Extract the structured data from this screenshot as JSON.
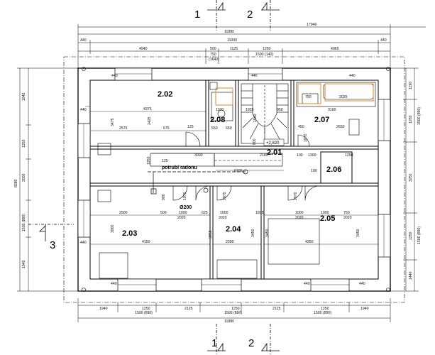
{
  "rooms": {
    "r202": "2.02",
    "r208": "2.08",
    "r207": "2.07",
    "r201": "2.01",
    "r206": "2.06",
    "r203": "2.03",
    "r204": "2.04",
    "r205": "2.05"
  },
  "notes": {
    "radon": "potrubí radonu",
    "diameter": "Ø200",
    "level": "+2,820"
  },
  "sections": {
    "s1": "1",
    "s2": "2",
    "s3": "3"
  },
  "top_dims": {
    "overall": "17940",
    "building": "11880",
    "left_wall": "440",
    "middle": "11000",
    "right_wall": "440",
    "d4940": "4940",
    "d500": "500",
    "d1125": "1125",
    "d1250": "1250",
    "d4065": "4065",
    "d750": "750",
    "d1640": "(1640)",
    "d1500_140": "1500 (140)"
  },
  "bottom_dims": {
    "d1940a": "1940",
    "d1250a": "1250",
    "d2125a": "2125",
    "d1250b": "1250",
    "d2125b": "2125",
    "d1250c": "1250",
    "d1940b": "1940",
    "d1500_890a": "1500 (890)",
    "d1500_890b": "1500 (890)",
    "d1500_890c": "1500 (890)",
    "building": "11880"
  },
  "left_dims": {
    "d1940a": "1940",
    "d1250": "1250",
    "d1500_890": "1500 (890)",
    "d2000": "2000",
    "total": "8380",
    "d1940b": "1940"
  },
  "right_dims": {
    "d1190": "1190",
    "d1250a": "1250",
    "d1500_890a": "1500 (890)",
    "d3250": "3250",
    "d1250b": "1250",
    "d1500_890b": "1500 (890)",
    "d1440": "1440"
  },
  "interior_dims": {
    "i440a": "440",
    "i440b": "440",
    "i440c": "440",
    "i440d": "440",
    "i440e": "440",
    "i440f": "440",
    "i440g": "440",
    "i440h": "440",
    "i4375": "4375",
    "i2575": "2575",
    "i675": "675",
    "i125a": "125",
    "i3475": "3475",
    "i2425": "2425",
    "i1100": "1100",
    "i550": "550",
    "i650": "650",
    "i1955": "1955",
    "i950": "950",
    "i1960": "1960",
    "i750": "750",
    "i2025": "2025",
    "i3100": "3100",
    "i450": "450",
    "i2650": "2650",
    "i900": "900",
    "i3000": "3000",
    "i2100": "2100",
    "i100a": "100",
    "i1300": "1300",
    "i1250": "1250",
    "i125b": "125",
    "i6100": "6100",
    "i100b": "100",
    "i1250b": "1250",
    "i2500": "2500",
    "i500": "500",
    "i1000a": "1000",
    "i625": "625",
    "i1000b": "1000",
    "i2020a": "2020",
    "i2020b": "2020",
    "i1875": "1875",
    "i1000c": "1000",
    "i1000d": "1000",
    "i750b": "750",
    "i2020c": "2020",
    "i2020d": "2020",
    "i3900": "3900",
    "i4150": "4150",
    "i3050": "3050",
    "i2300": "2300",
    "i3450a": "3450",
    "i3450b": "3450",
    "i4350": "4350",
    "i3450c": "3450",
    "i900b": "900",
    "i1970a": "1970",
    "i1970b": "1970",
    "i1970c": "1970",
    "i1970d": "1970"
  }
}
